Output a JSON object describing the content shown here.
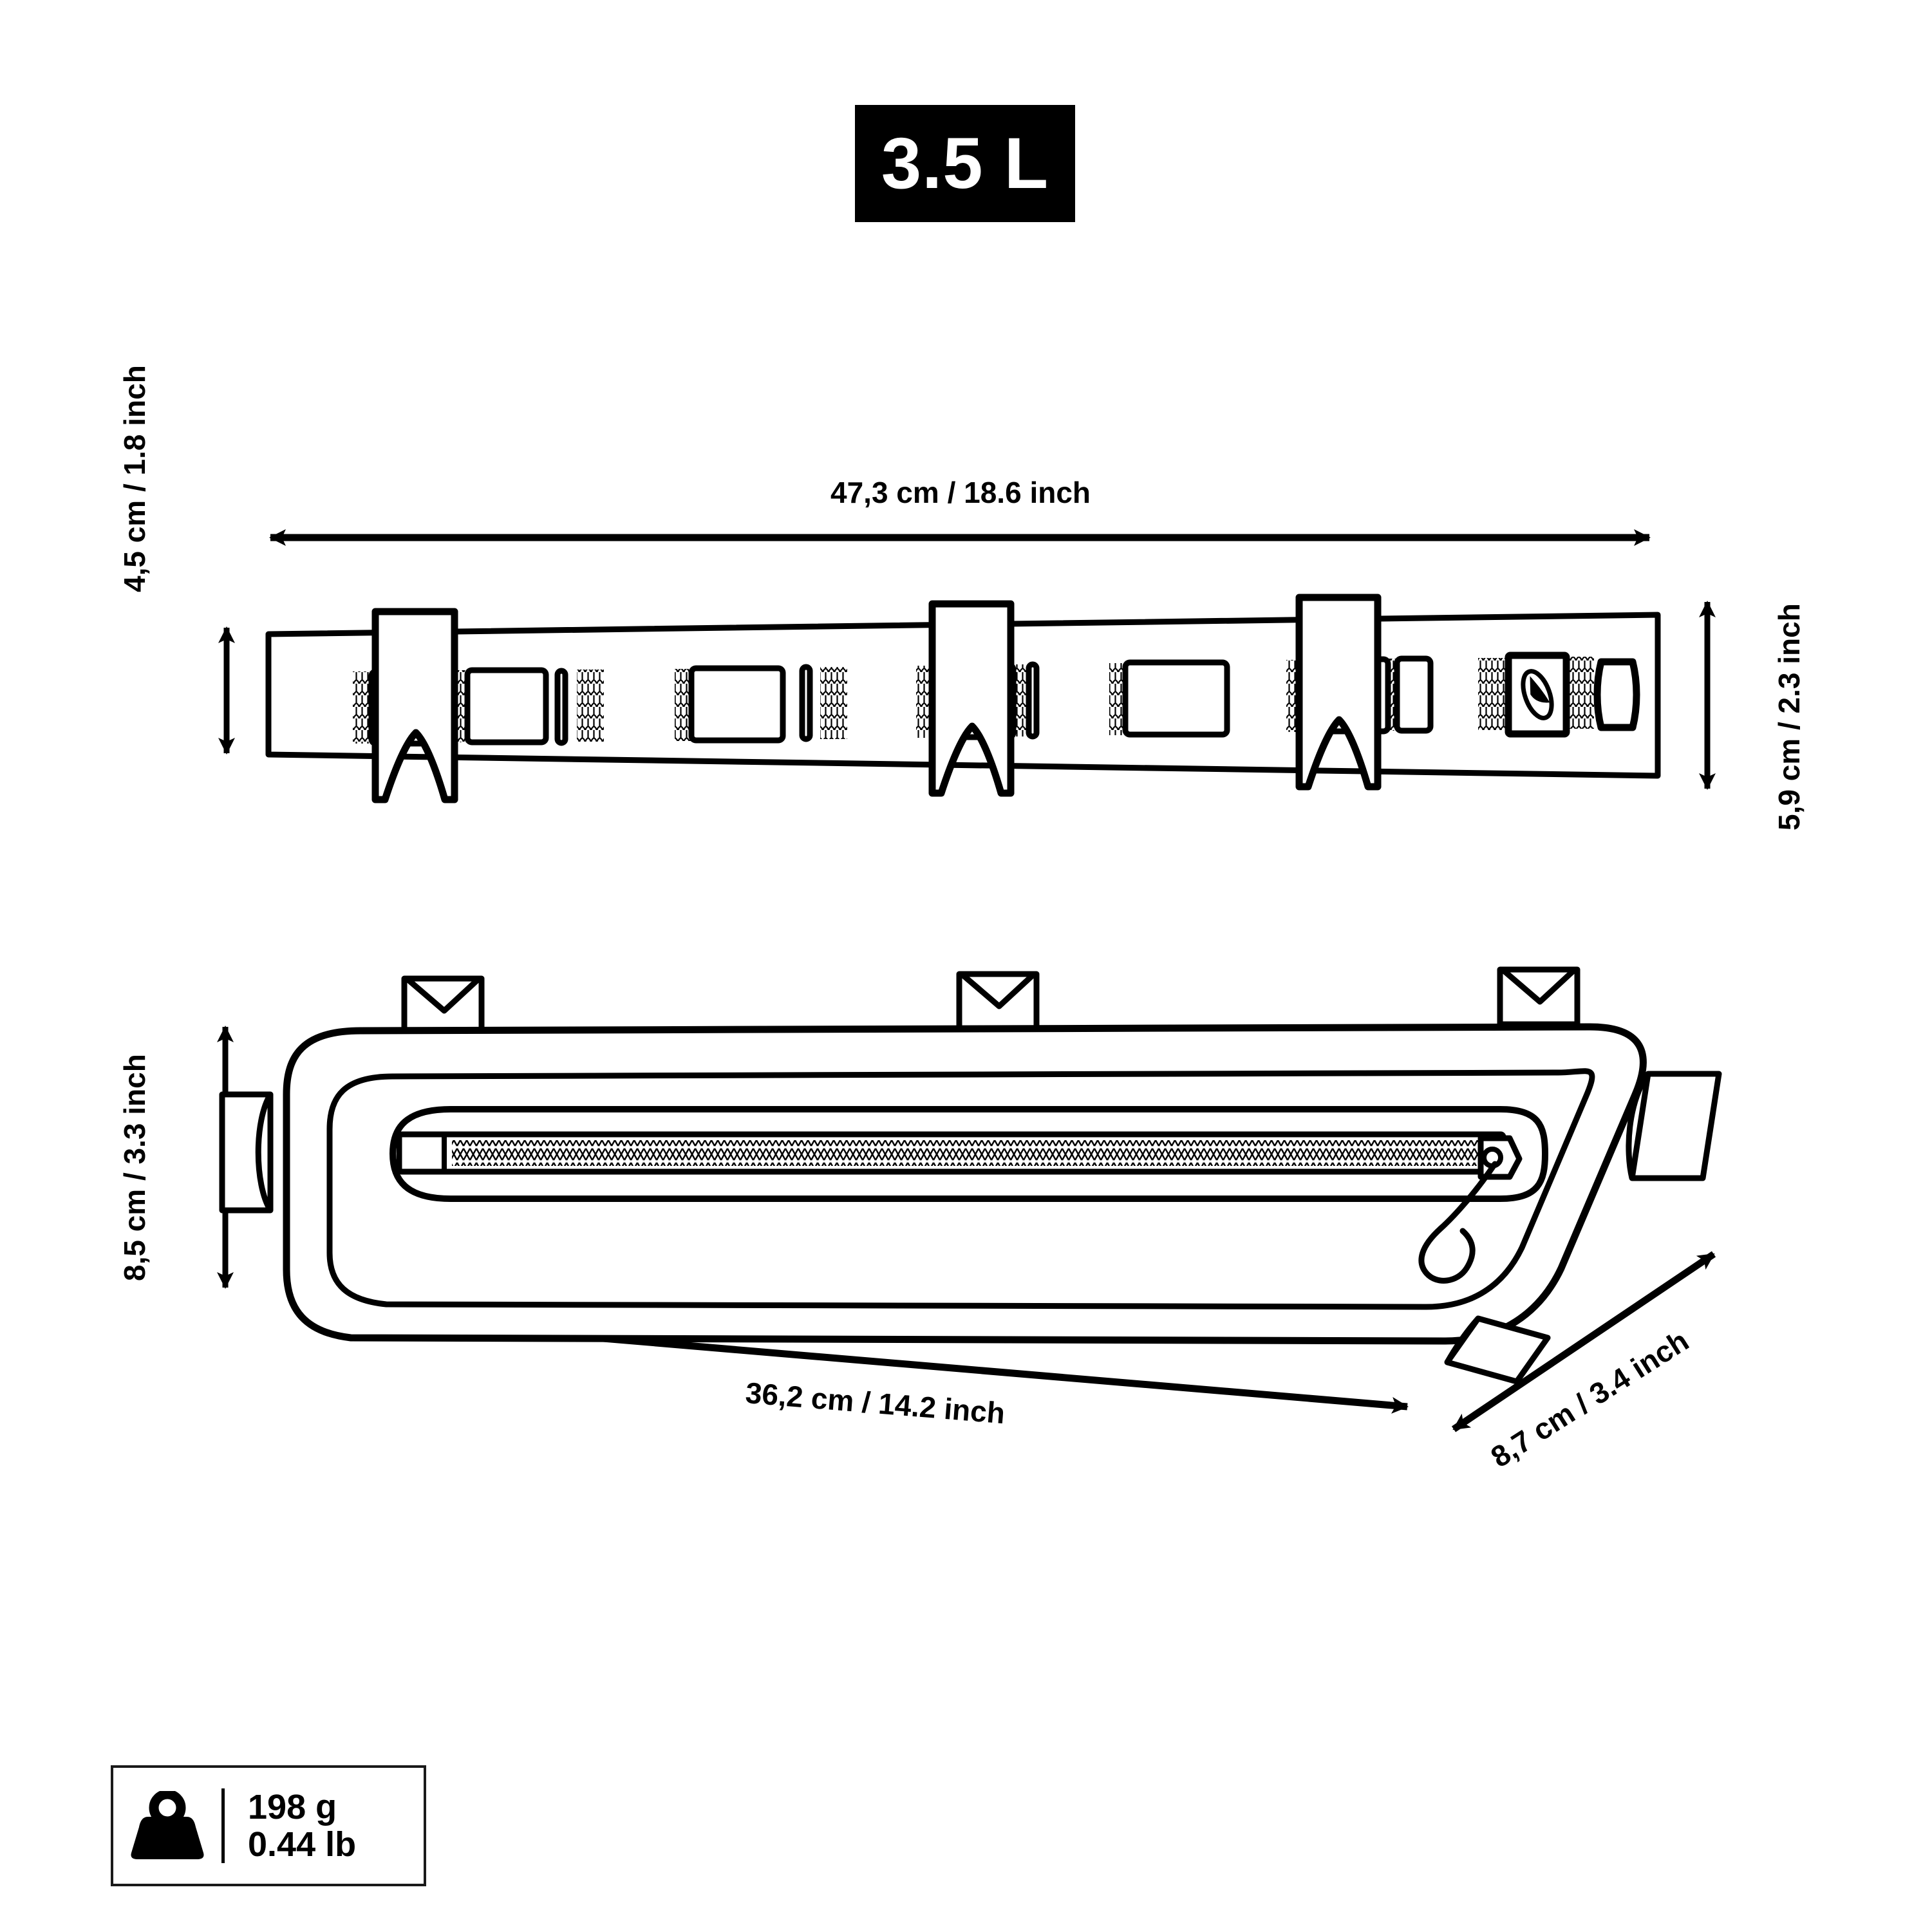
{
  "badge": {
    "volume": "3.5 L",
    "bg_color": "#000000",
    "text_color": "#ffffff"
  },
  "views": {
    "top_view": {
      "name": "top-down-view",
      "features": [
        "velcro-strap-1",
        "velcro-strap-2",
        "velcro-strap-3",
        "hook-and-loop-patch",
        "brand-logo",
        "end-loop"
      ]
    },
    "side_view": {
      "name": "side-profile-view",
      "features": [
        "main-zipper",
        "zipper-pull-cord",
        "top-mount-tab-1",
        "top-mount-tab-2",
        "top-mount-tab-3",
        "front-mount-tab",
        "rear-mount-tab",
        "bottom-mount-tab"
      ]
    }
  },
  "dimensions": {
    "top_length": "47,3 cm  /  18.6 inch",
    "top_height_left": "4,5 cm  /  1.8 inch",
    "top_height_right": "5,9 cm  /  2.3 inch",
    "side_height": "8,5 cm  /  3.3 inch",
    "side_length": "36,2 cm  /  14.2 inch",
    "side_depth": "8,7 cm  /  3.4 inch"
  },
  "weight": {
    "icon": "weight-icon",
    "grams": "198 g",
    "pounds": "0.44 lb"
  },
  "colors": {
    "line": "#000000",
    "background": "#ffffff"
  }
}
